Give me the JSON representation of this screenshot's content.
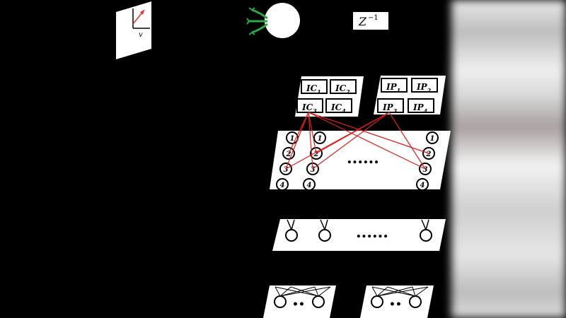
{
  "delay_label": "Z",
  "delay_exponent": "−1",
  "vector_label": "v",
  "ic_labels": [
    {
      "base": "IC",
      "sub": "1"
    },
    {
      "base": "IC",
      "sub": "2"
    },
    {
      "base": "IC",
      "sub": "3"
    },
    {
      "base": "IC",
      "sub": "4"
    }
  ],
  "ip_labels": [
    {
      "base": "IP",
      "sub": "1"
    },
    {
      "base": "IP",
      "sub": "2"
    },
    {
      "base": "IP",
      "sub": "3"
    },
    {
      "base": "IP",
      "sub": "4"
    }
  ],
  "node_numbers": [
    "1",
    "2",
    "3",
    "4"
  ],
  "ellipsis_dots": "......",
  "small_dots": "••",
  "colors": {
    "background": "#000000",
    "panel": "#ffffff",
    "connection": "#d62020",
    "arrow": "#e03030",
    "leaf_icon": "#2aa84a"
  },
  "icons": [
    "vector-plane-icon",
    "leaf-icon",
    "circle-node-icon"
  ]
}
